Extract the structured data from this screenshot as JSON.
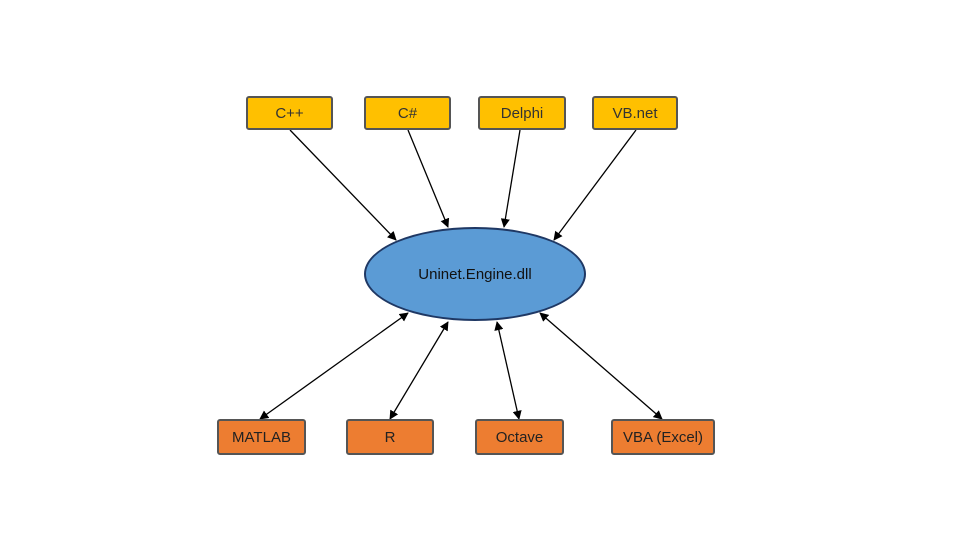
{
  "hub": {
    "label": "Uninet.Engine.dll"
  },
  "top_nodes": [
    {
      "label": "C++"
    },
    {
      "label": "C#"
    },
    {
      "label": "Delphi"
    },
    {
      "label": "VB.net"
    }
  ],
  "bottom_nodes": [
    {
      "label": "MATLAB"
    },
    {
      "label": "R"
    },
    {
      "label": "Octave"
    },
    {
      "label": "VBA (Excel)"
    }
  ],
  "colors": {
    "top_fill": "#FFC000",
    "bottom_fill": "#ED7D31",
    "hub_fill": "#5B9BD5",
    "connector": "#000000"
  }
}
